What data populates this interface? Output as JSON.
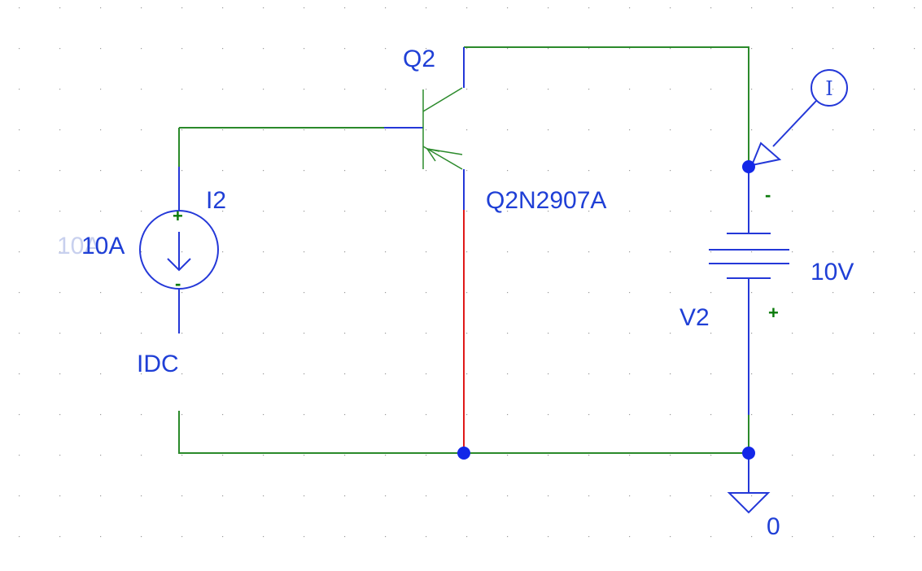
{
  "schematic": {
    "current_source": {
      "ref": "I2",
      "value": "10A",
      "model": "IDC",
      "plus_sign": "+",
      "minus_sign": "-"
    },
    "transistor": {
      "ref": "Q2",
      "model": "Q2N2907A"
    },
    "voltage_source": {
      "ref": "V2",
      "value": "10V",
      "plus_sign": "+",
      "minus_sign": "-"
    },
    "ground": {
      "label": "0"
    },
    "current_marker": {
      "glyph": "I"
    }
  },
  "colors": {
    "wire": "#2b8a2b",
    "device": "#2438d8",
    "selected_wire": "#e01919",
    "junction": "#1327e8",
    "label": "#1f3fd6",
    "pin_sign": "#0a7a0a"
  }
}
